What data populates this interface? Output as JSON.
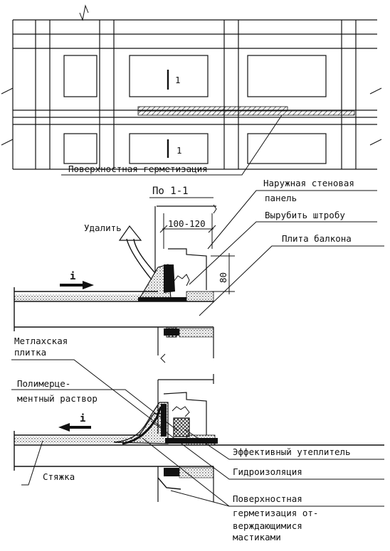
{
  "elevation": {
    "section_mark_top": "1",
    "section_mark_bottom": "1",
    "caption": "Поверхностная герметизация"
  },
  "section_title": "По  1-1",
  "labels": {
    "outer_panel": [
      "Наружная стеновая",
      "панель"
    ],
    "cut_groove": "Вырубить штробу",
    "balcony_slab": "Плита балкона",
    "remove": "Удалить",
    "dim_width": "100-120",
    "dim_height": "80",
    "slope_symbol": "i",
    "tile": [
      "Метлахская",
      "плитка"
    ],
    "mortar": [
      "Полимерце-",
      "ментный раствор"
    ],
    "insulation": "Эффективный утеплитель",
    "waterproofing": "Гидроизоляция",
    "screed": "Стяжка",
    "sealing": [
      "Поверхностная",
      "герметизация от-",
      "верждающимися",
      "мастиками"
    ]
  }
}
